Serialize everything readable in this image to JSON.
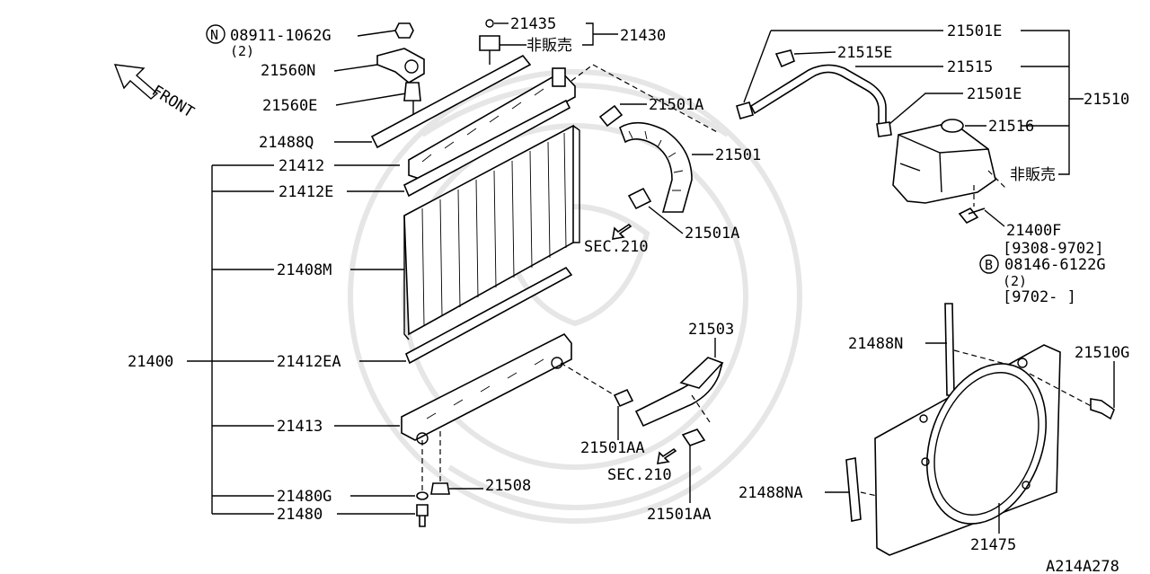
{
  "diagram": {
    "parts": {
      "p21435": "21435",
      "p21430": "21430",
      "not_for_sale_1": "非販売",
      "p08911": "08911-1062G",
      "p08911_qty": "(2)",
      "p21560N": "21560N",
      "p21560E": "21560E",
      "p21488Q": "21488Q",
      "p21412": "21412",
      "p21412E": "21412E",
      "p21408M": "21408M",
      "p21400": "21400",
      "p21412EA": "21412EA",
      "p21413": "21413",
      "p21480G": "21480G",
      "p21480": "21480",
      "p21508": "21508",
      "p21501A_top": "21501A",
      "p21501": "21501",
      "p21501A_bottom": "21501A",
      "sec210_top": "SEC.210",
      "p21503": "21503",
      "p21501AA_left": "21501AA",
      "sec210_bottom": "SEC.210",
      "p21501AA_bottom": "21501AA",
      "p21501E_top": "21501E",
      "p21515E": "21515E",
      "p21515": "21515",
      "p21501E_mid": "21501E",
      "p21510": "21510",
      "p21516": "21516",
      "not_for_sale_2": "非販売",
      "p21400F": "21400F",
      "date_range_1": "[9308-9702]",
      "p08146": "08146-6122G",
      "p08146_qty": "(2)",
      "date_range_2": "[9702-     ]",
      "p21488N": "21488N",
      "p21510G": "21510G",
      "p21488NA": "21488NA",
      "p21475": "21475"
    },
    "badges": {
      "nut_symbol": "N",
      "bolt_symbol": "B"
    },
    "front_label": "FRONT",
    "figure_code": "A214A278"
  }
}
